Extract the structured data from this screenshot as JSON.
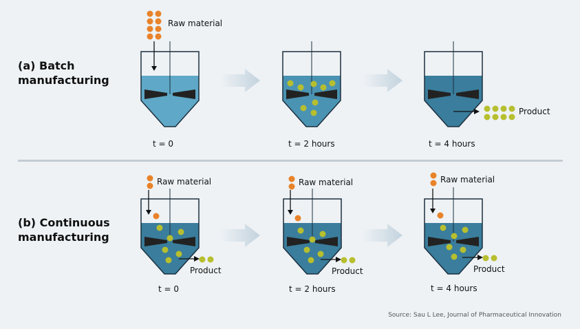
{
  "sections": {
    "batch": {
      "title_line1": "(a) Batch",
      "title_line2": "manufacturing"
    },
    "continuous": {
      "title_line1": "(b) Continuous",
      "title_line2": "manufacturing"
    }
  },
  "labels": {
    "raw_material": "Raw material",
    "product": "Product"
  },
  "time_labels": [
    "t = 0",
    "t = 2 hours",
    "t = 4 hours"
  ],
  "source": "Source: Sau L Lee, Journal of Pharmaceutical Innovation",
  "colors": {
    "background": "#eef2f5",
    "raw_material": "#e8832a",
    "product": "#b7bf2f",
    "liquid_light": "#5fa8c7",
    "liquid_mid": "#4b93b3",
    "liquid_dark": "#3a7d9c",
    "arrow": "#c9d8e2",
    "divider": "#c3ccd3"
  },
  "icons": {
    "flow_arrow": "chevron-right-arrow",
    "agitator": "bowtie-impeller"
  }
}
